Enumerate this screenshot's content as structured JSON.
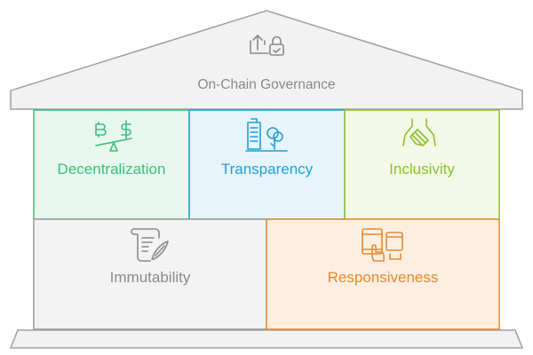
{
  "roof": {
    "title": "On-Chain Governance",
    "icon": "upload-lock-icon"
  },
  "pillars": [
    {
      "label": "Decentralization",
      "icon": "bitcoin-dollar-seesaw-icon",
      "color": "#3bbf7a",
      "fill": "#e8f8ef",
      "stroke": "#3bbf7a"
    },
    {
      "label": "Transparency",
      "icon": "building-tree-icon",
      "color": "#1f9fd6",
      "fill": "#e6f5fc",
      "stroke": "#1f9fd6"
    },
    {
      "label": "Inclusivity",
      "icon": "joined-hands-icon",
      "color": "#8cbf2e",
      "fill": "#f3f9e6",
      "stroke": "#8cbf2e"
    },
    {
      "label": "Immutability",
      "icon": "scroll-feather-icon",
      "color": "#8a8a8a",
      "fill": "#f3f3f3",
      "stroke": "#9a9a9a"
    },
    {
      "label": "Responsiveness",
      "icon": "devices-hand-icon",
      "color": "#e58a2e",
      "fill": "#fcefe2",
      "stroke": "#e58a2e"
    }
  ]
}
